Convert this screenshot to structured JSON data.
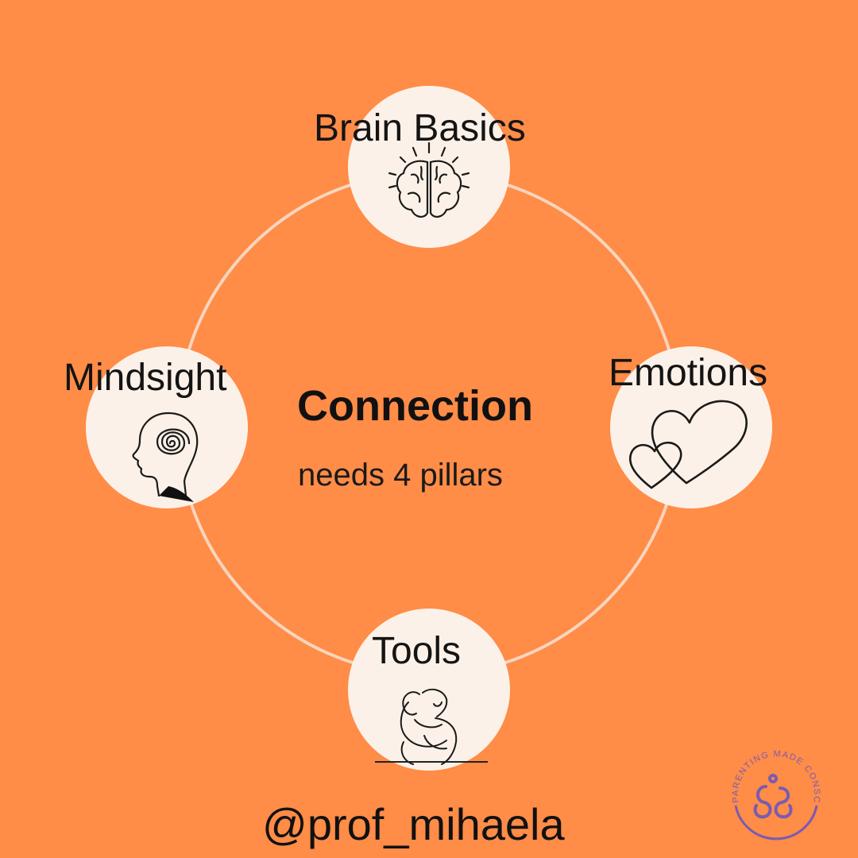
{
  "center": {
    "title": "Connection",
    "subtitle": "needs 4 pillars"
  },
  "pillars": [
    {
      "label": "Brain Basics",
      "icon": "brain-icon"
    },
    {
      "label": "Emotions",
      "icon": "hearts-icon"
    },
    {
      "label": "Tools",
      "icon": "embrace-icon"
    },
    {
      "label": "Mindsight",
      "icon": "head-spiral-icon"
    }
  ],
  "footer": {
    "handle": "@prof_mihaela"
  },
  "logo": {
    "text": "PARENTING MADE CONSCIOUS",
    "icon": "pmc-logo-icon"
  },
  "colors": {
    "background": "#FF8C47",
    "ring": "#F8D5BE",
    "node_fill": "#FCF1E8",
    "logo": "#7B5BB0"
  }
}
